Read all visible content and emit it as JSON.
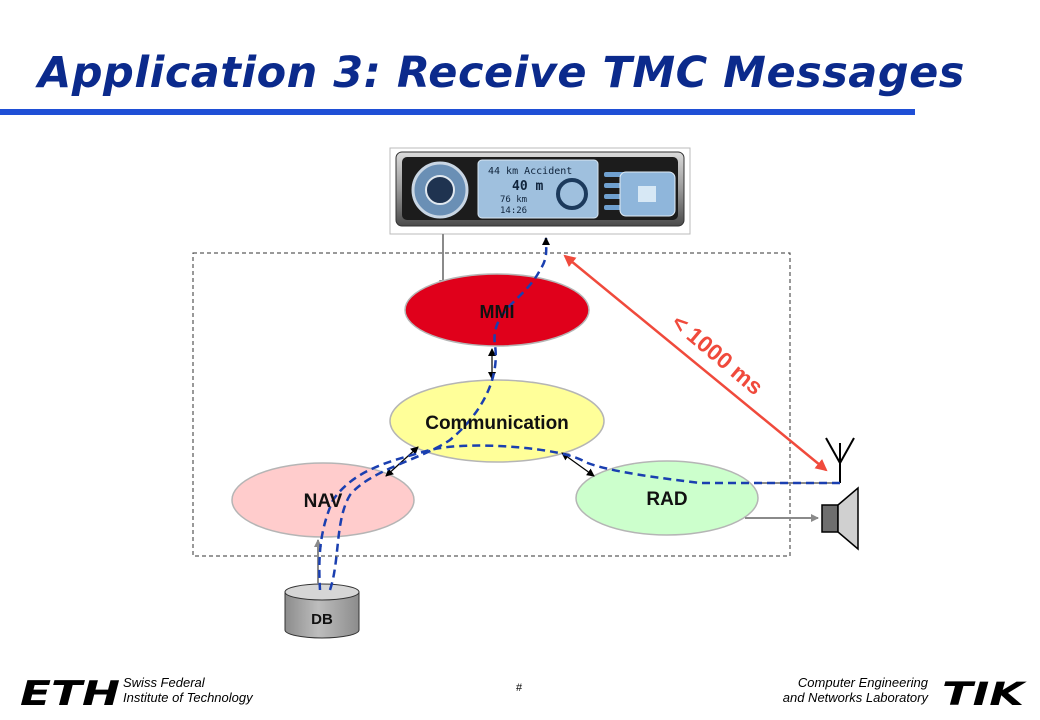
{
  "title": "Application 3: Receive TMC Messages",
  "nodes": {
    "mmi": "MMI",
    "communication": "Communication",
    "nav": "NAV",
    "rad": "RAD",
    "db": "DB"
  },
  "latency_label": "< 1000 ms",
  "device_display": {
    "line1": "44 km Accident",
    "line2": "40 m",
    "line3": "76 km",
    "line4": "14:26"
  },
  "footer": {
    "left_line1": "Swiss Federal",
    "left_line2": "Institute of Technology",
    "page_number": "#",
    "right_line1": "Computer Engineering",
    "right_line2": "and Networks Laboratory",
    "eth_logo": "ETH",
    "tik_logo": "TIK"
  },
  "colors": {
    "title": "#0b2a8c",
    "rule": "#1f4fd6",
    "mmi": "#e0001b",
    "communication": "#ffff99",
    "nav": "#ffcccc",
    "rad": "#ccffcc",
    "dashed_path": "#1a3fb0",
    "latency": "#f04a3c"
  }
}
